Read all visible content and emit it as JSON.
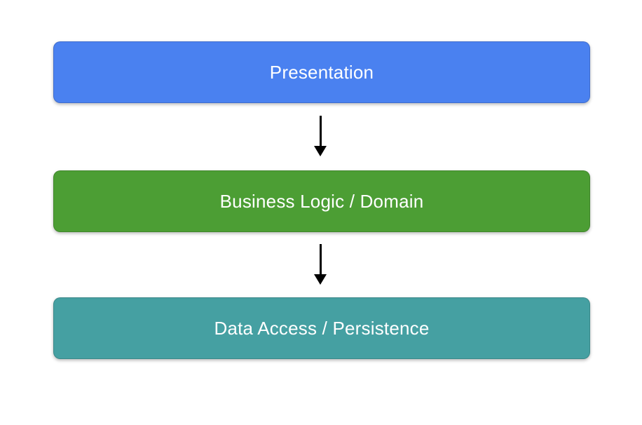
{
  "canvas": {
    "background": "#ffffff",
    "text_color": "#ffffff"
  },
  "diagram": {
    "type": "layered-architecture-flow",
    "layers": [
      {
        "id": "presentation",
        "label": "Presentation",
        "fill": "#4a81f0"
      },
      {
        "id": "business-logic",
        "label": "Business Logic / Domain",
        "fill": "#4c9e34"
      },
      {
        "id": "data-access",
        "label": "Data Access / Persistence",
        "fill": "#45a0a2"
      }
    ],
    "connectors": [
      {
        "from": "presentation",
        "to": "business-logic",
        "shape": "arrow-down",
        "color": "#000000"
      },
      {
        "from": "business-logic",
        "to": "data-access",
        "shape": "arrow-down",
        "color": "#000000"
      }
    ]
  }
}
